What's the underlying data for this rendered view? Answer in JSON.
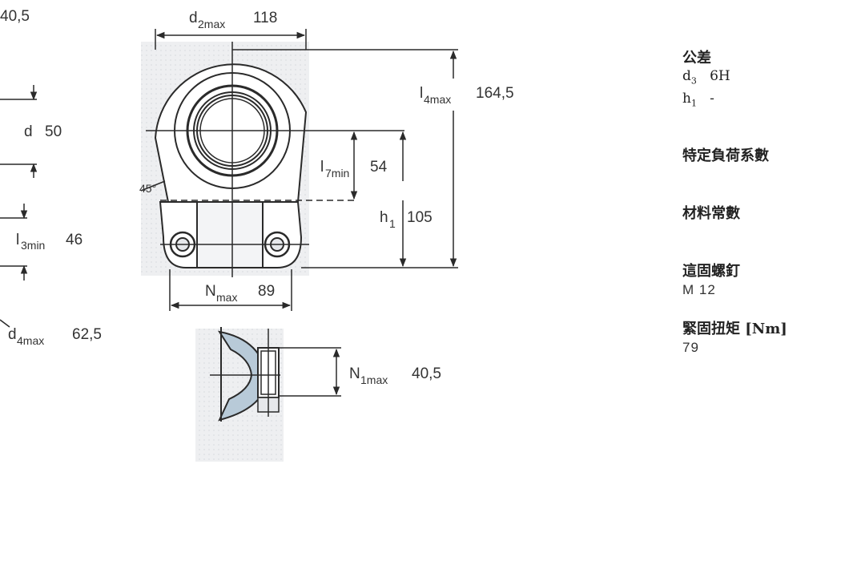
{
  "left_dims": {
    "top_partial": "40,5",
    "d_label": "d",
    "d_value": "50",
    "l3_label": "l",
    "l3_sub": "3min",
    "l3_value": "46",
    "d4_label": "d",
    "d4_sub": "4max",
    "d4_value": "62,5"
  },
  "front_dims": {
    "d2_label": "d",
    "d2_sub": "2max",
    "d2_value": "118",
    "l4_label": "l",
    "l4_sub": "4max",
    "l4_value": "164,5",
    "l7_label": "l",
    "l7_sub": "7min",
    "l7_value": "54",
    "h1_label": "h",
    "h1_sub": "1",
    "h1_value": "105",
    "n_label": "N",
    "n_sub": "max",
    "n_value": "89",
    "chamfer_label": "45°"
  },
  "side_dims": {
    "n1_label": "N",
    "n1_sub": "1max",
    "n1_value": "40,5"
  },
  "spec": {
    "tolerance_title": "公差",
    "tol_d_label": "d",
    "tol_d_sub": "3",
    "tol_d_value": "6H",
    "tol_h_label": "h",
    "tol_h_sub": "1",
    "tol_h_value": "-",
    "load_rating_title": "特定負荷系數",
    "material_title": "材料常數",
    "screw_title": "這固螺釘",
    "screw_value": "M 12",
    "torque_title": "緊固扭矩 [Nm]",
    "torque_value": "79"
  },
  "colors": {
    "line": "#2a2a2a",
    "hatch": "#dcdfe3",
    "section_fill": "#b8cad8"
  }
}
